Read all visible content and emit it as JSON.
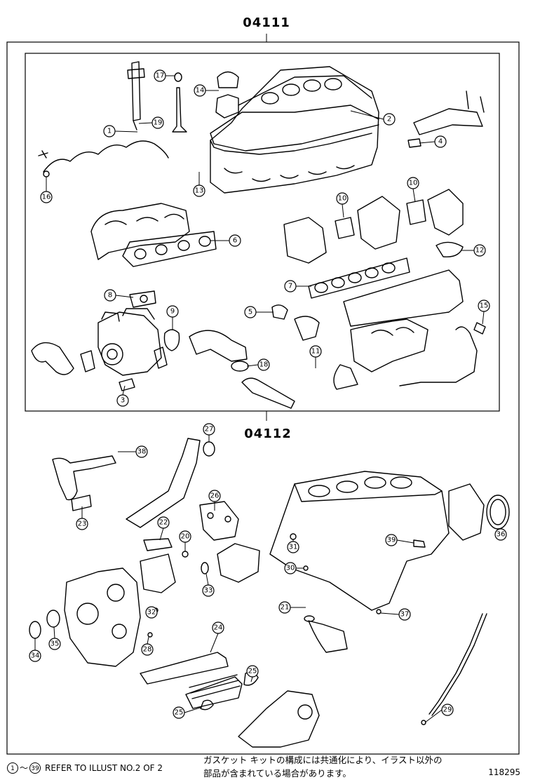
{
  "assemblies": [
    {
      "code": "04111"
    },
    {
      "code": "04112"
    }
  ],
  "callouts": [
    "1",
    "2",
    "3",
    "4",
    "5",
    "6",
    "7",
    "8",
    "9",
    "10",
    "10",
    "11",
    "12",
    "13",
    "14",
    "15",
    "16",
    "17",
    "18",
    "19",
    "20",
    "21",
    "22",
    "23",
    "24",
    "25",
    "25",
    "26",
    "27",
    "28",
    "29",
    "30",
    "31",
    "32",
    "33",
    "34",
    "35",
    "36",
    "37",
    "38",
    "39"
  ],
  "footer": {
    "range_start": "1",
    "range_sep": "～",
    "range_end": "39",
    "reference": "REFER TO ILLUST NO.2 OF 2",
    "note_line1": "ガスケット キットの構成には共通化により、イラスト以外の",
    "note_line2": "部品が含まれている場合があります。",
    "illustration_id": "118295"
  },
  "colors": {
    "line": "#000000",
    "background": "#ffffff"
  }
}
